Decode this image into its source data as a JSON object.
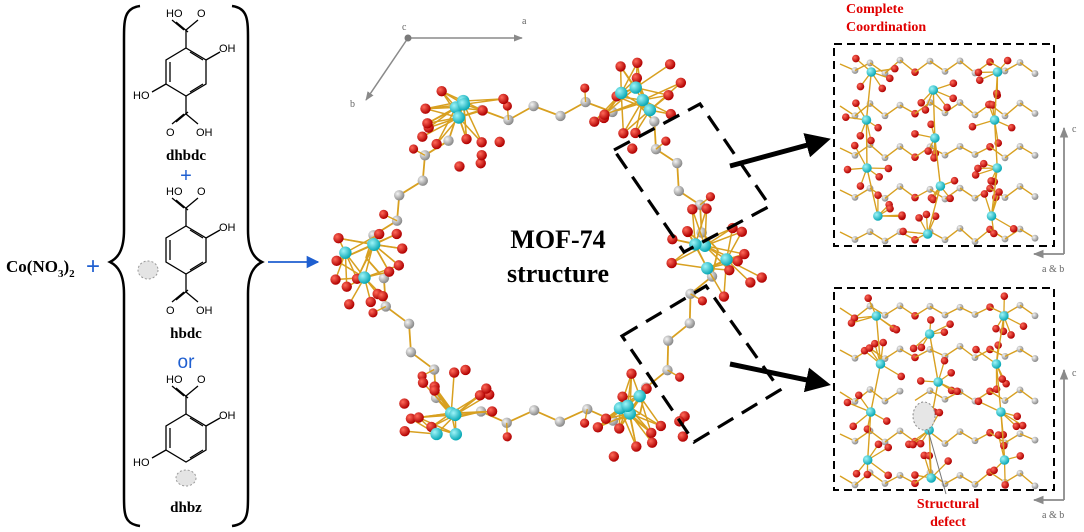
{
  "reactant": {
    "base": "Co(NO",
    "sub1": "3",
    "close": ")",
    "sub2": "2",
    "plus": "+"
  },
  "linkers": {
    "dhbdc": "dhbdc",
    "plus": "+",
    "hbdc": "hbdc",
    "or": "or",
    "dhbz": "dhbz"
  },
  "atom_labels": {
    "oh": "OH",
    "o": "O",
    "ho": "HO"
  },
  "center": {
    "line1": "MOF-74",
    "line2": "structure"
  },
  "axes": {
    "c": "c",
    "a": "a",
    "b": "b",
    "ab": "a & b"
  },
  "right": {
    "top_line1": "Complete",
    "top_line2": "Coordination",
    "defect_line1": "Structural",
    "defect_line2": "defect"
  },
  "colors": {
    "cobalt": "#19c8d2",
    "oxygen": "#d40000",
    "carbon": "#b4b4b4",
    "bond": "#d8a020",
    "blue_text": "#1f5fd0",
    "red_text": "#e00000"
  }
}
